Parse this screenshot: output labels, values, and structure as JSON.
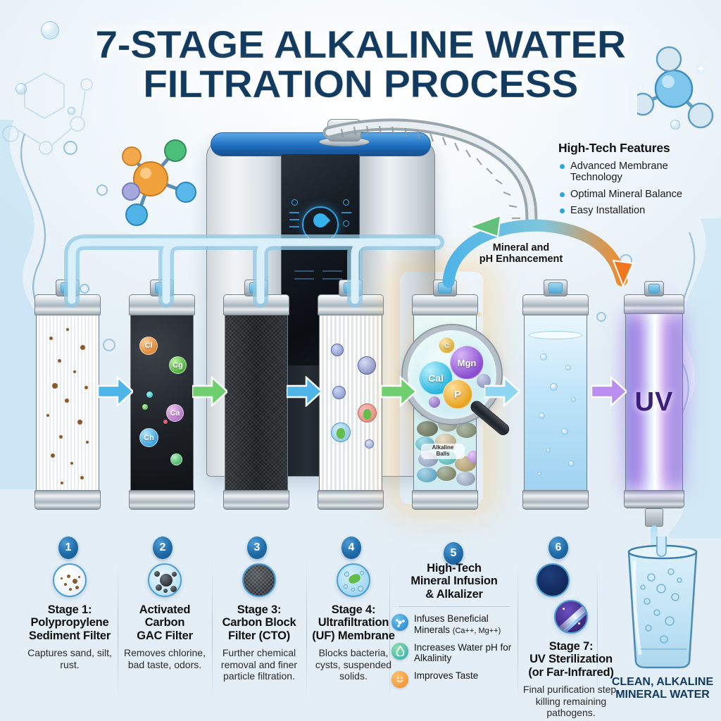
{
  "title": {
    "line1": "7-STAGE ALKALINE WATER",
    "line2": "FILTRATION PROCESS"
  },
  "features": {
    "heading": "High-Tech Features",
    "items": [
      "Advanced Membrane Technology",
      "Optimal Mineral Balance",
      "Easy Installation"
    ]
  },
  "curved_arrow": {
    "label_line1": "Mineral and",
    "label_line2": "pH Enhancement"
  },
  "device": {
    "display_icon": "water-drop-icon"
  },
  "cartridge_labels": {
    "gac_bubbles": [
      "Cl",
      "Cg",
      "Ca",
      "Ch"
    ],
    "magnifier_bubbles": [
      "Cal",
      "Mgn",
      "P",
      "C"
    ],
    "alkaline_balls_label_line1": "Alkaline",
    "alkaline_balls_label_line2": "Balls",
    "uv_label": "UV"
  },
  "stages": [
    {
      "number": "1",
      "icon": "sediment-particles-icon",
      "title_lines": [
        "Stage 1:",
        "Polypropylene",
        "Sediment Filter"
      ],
      "description": "Captures sand, silt, rust."
    },
    {
      "number": "2",
      "icon": "carbon-granules-icon",
      "title_lines": [
        "Activated",
        "Carbon",
        "GAC Filter"
      ],
      "description": "Removes chlorine, bad taste, odors."
    },
    {
      "number": "3",
      "icon": "carbon-block-icon",
      "title_lines": [
        "Stage 3:",
        "Carbon Block",
        "Filter (CTO)"
      ],
      "description": "Further chemical removal and finer particle filtration."
    },
    {
      "number": "4",
      "icon": "microbe-membrane-icon",
      "title_lines": [
        "Stage 4:",
        "Ultrafiltration",
        "(UF) Membrane"
      ],
      "description": "Blocks bacteria, cysts, suspended solids."
    },
    {
      "number": "5",
      "icon": "mineral-sphere-icon",
      "title_lines": [
        "High-Tech",
        "Mineral Infusion",
        "& Alkalizer"
      ],
      "bullets": [
        {
          "icon": "mineral-molecule-icon",
          "text": "Infuses Beneficial Minerals",
          "suffix": "(Ca++, Mg++)"
        },
        {
          "icon": "water-drop-ph-icon",
          "text": "Increases Water pH for Alkalinity",
          "suffix": ""
        },
        {
          "icon": "smiley-taste-icon",
          "text": "Improves Taste",
          "suffix": ""
        }
      ]
    },
    {
      "number": "6",
      "icon": "clear-water-icon",
      "title_lines": [],
      "description": ""
    },
    {
      "number": "7",
      "icon": "uv-light-icon",
      "title_lines": [
        "Stage 7:",
        "UV Sterilization",
        "(or Far-Infrared)"
      ],
      "description": "Final purification step, killing remaining pathogens."
    }
  ],
  "output": {
    "caption_line1": "CLEAN, ALKALINE",
    "caption_line2": "MINERAL WATER"
  },
  "colors": {
    "title_navy": "#123a5e",
    "accent_blue": "#2aa7e0",
    "badge_blue": "#1f6ba8",
    "mineral_orange": "#f3a33c",
    "uv_violet": "#7b63d8",
    "arrow_blue": "#4fb4e8",
    "arrow_green": "#6fcf6f"
  }
}
